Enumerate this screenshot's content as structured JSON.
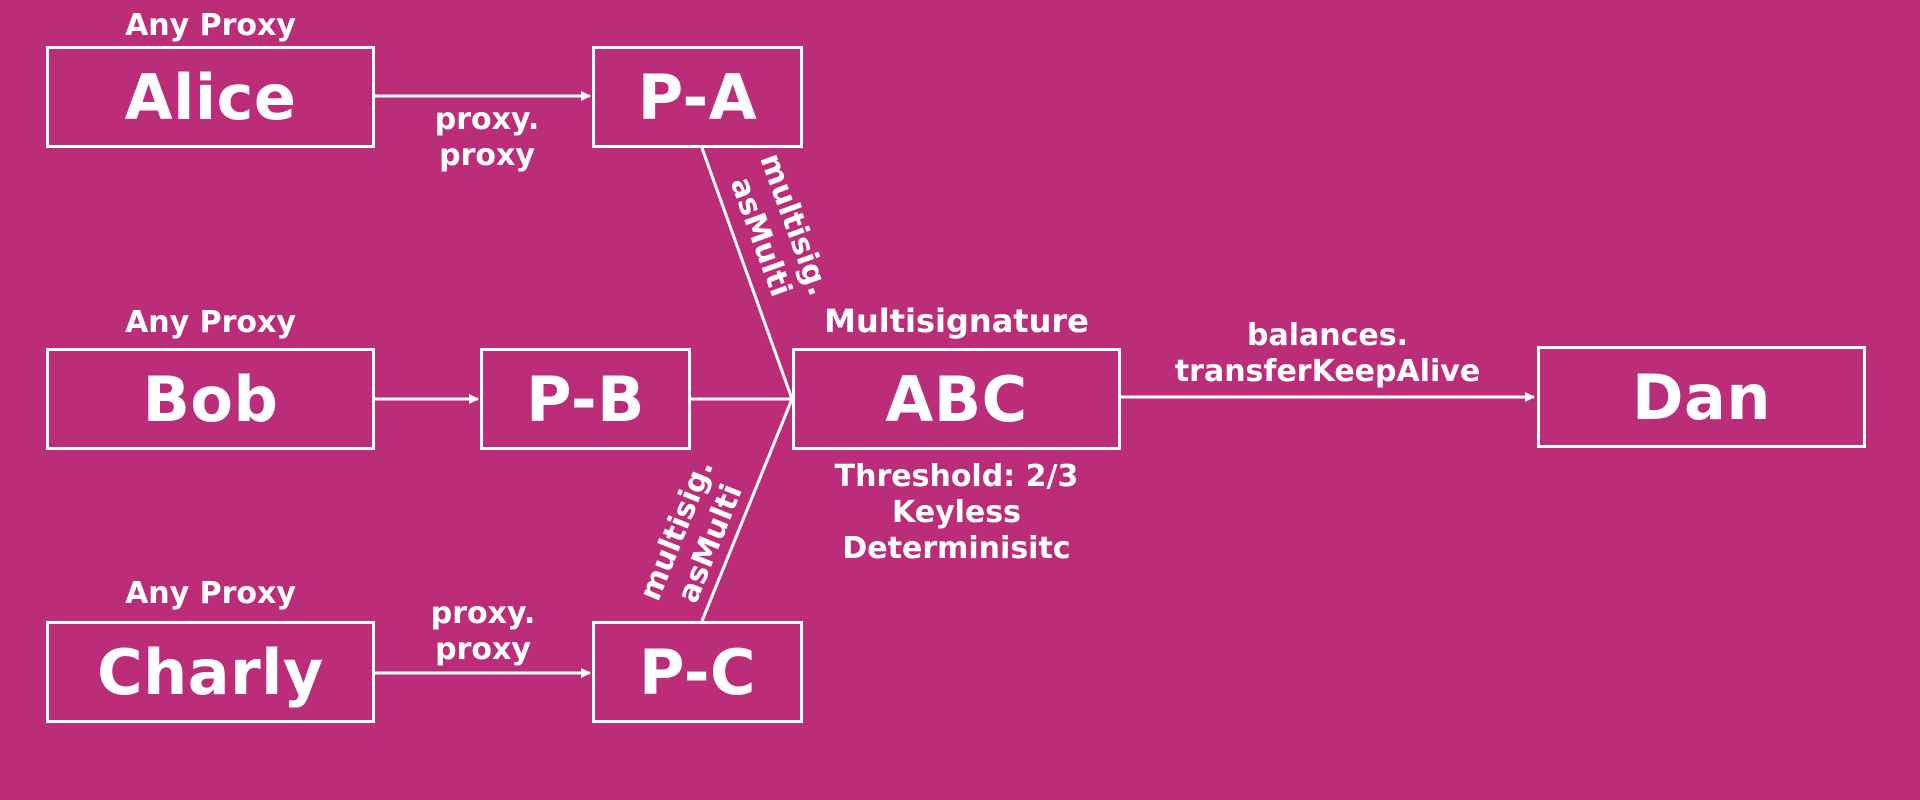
{
  "colors": {
    "background": "#BC2D79",
    "foreground": "#FFFFFF"
  },
  "nodes": {
    "alice": {
      "label": "Alice",
      "caption": "Any Proxy"
    },
    "bob": {
      "label": "Bob",
      "caption": "Any Proxy"
    },
    "charly": {
      "label": "Charly",
      "caption": "Any Proxy"
    },
    "pa": {
      "label": "P-A"
    },
    "pb": {
      "label": "P-B"
    },
    "pc": {
      "label": "P-C"
    },
    "abc": {
      "label": "ABC",
      "caption": "Multisignature",
      "details": [
        "Threshold: 2/3",
        "Keyless",
        "Determinisitc"
      ]
    },
    "dan": {
      "label": "Dan"
    }
  },
  "edges": {
    "alice_pa": [
      "proxy.",
      "proxy"
    ],
    "charly_pc": [
      "proxy.",
      "proxy"
    ],
    "pa_abc": [
      "multisig.",
      "asMulti"
    ],
    "pc_abc": [
      "multisig.",
      "asMulti"
    ],
    "abc_dan": [
      "balances.",
      "transferKeepAlive"
    ]
  }
}
